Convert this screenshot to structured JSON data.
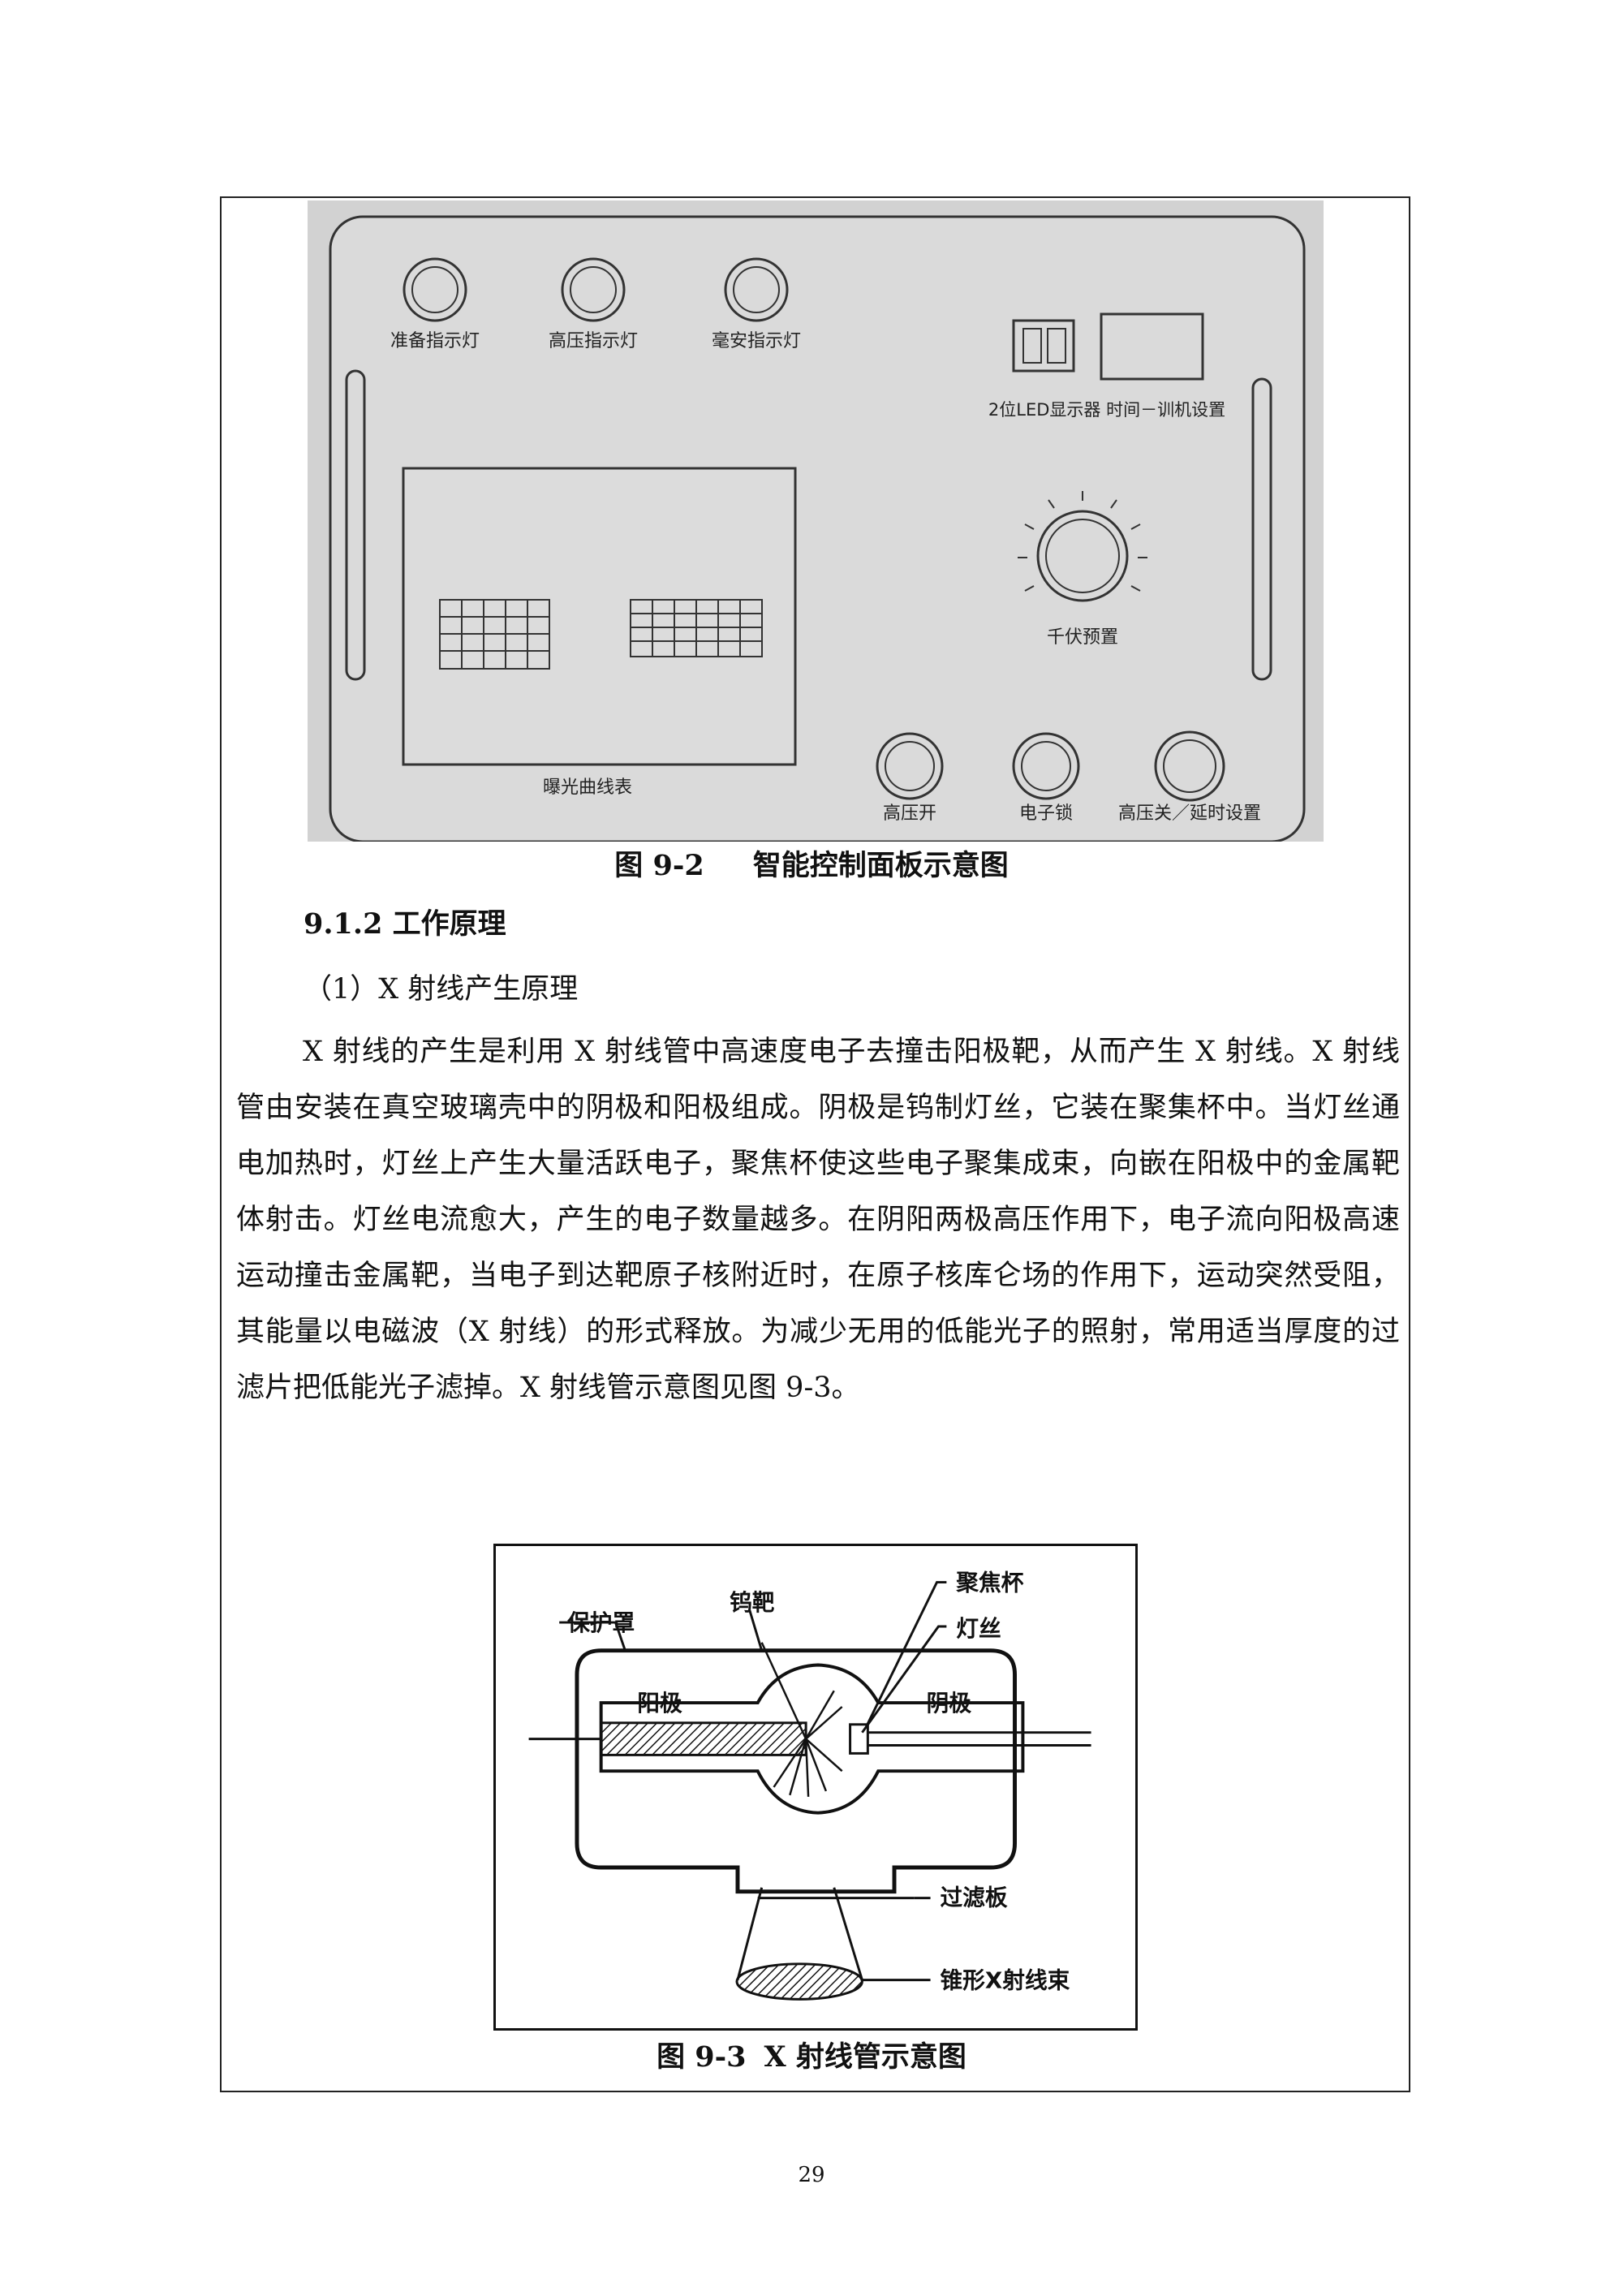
{
  "figure_9_2": {
    "caption_number": "图 9-2",
    "caption_title": "智能控制面板示意图",
    "labels": {
      "ready_light": "准备指示灯",
      "hv_light": "高压指示灯",
      "ma_light": "毫安指示灯",
      "led_display": "2位LED显示器 时间－训机设置",
      "kv_knob": "千伏预置",
      "exposure_chart": "曝光曲线表",
      "hv_on": "高压开",
      "electronic_lock": "电子锁",
      "hv_off_delay": "高压关／延时设置"
    }
  },
  "section": {
    "title": "9.1.2  工作原理",
    "subtitle": "（1）X 射线产生原理",
    "paragraph": "X 射线的产生是利用 X 射线管中高速度电子去撞击阳极靶，从而产生 X 射线。X 射线管由安装在真空玻璃壳中的阴极和阳极组成。阴极是钨制灯丝，它装在聚集杯中。当灯丝通电加热时，灯丝上产生大量活跃电子，聚焦杯使这些电子聚集成束，向嵌在阳极中的金属靶体射击。灯丝电流愈大，产生的电子数量越多。在阴阳两极高压作用下，电子流向阳极高速运动撞击金属靶，当电子到达靶原子核附近时，在原子核库仑场的作用下，运动突然受阻，其能量以电磁波（X 射线）的形式释放。为减少无用的低能光子的照射，常用适当厚度的过滤片把低能光子滤掉。X 射线管示意图见图 9-3。"
  },
  "figure_9_3": {
    "caption_number": "图 9-3",
    "caption_title": "X 射线管示意图",
    "labels": {
      "focus_cup": "聚焦杯",
      "tungsten_target": "钨靶",
      "shield": "保护罩",
      "filament": "灯丝",
      "anode": "阳极",
      "cathode": "阴极",
      "filter": "过滤板",
      "cone_beam": "锥形X射线束"
    }
  },
  "page_number": "29"
}
